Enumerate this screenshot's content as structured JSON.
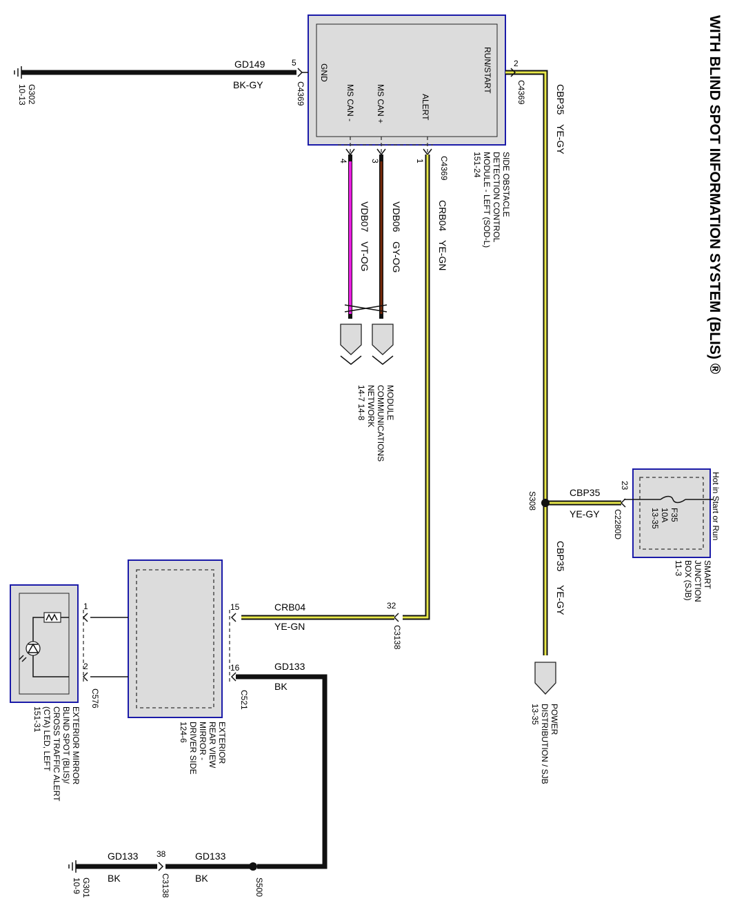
{
  "title": "WITH BLIND SPOT INFORMATION SYSTEM (BLIS) ®",
  "modules": {
    "sod": {
      "name": [
        "SIDE OBSTACLE",
        "DETECTION CONTROL",
        "MODULE - LEFT (SOD-L)",
        "151-24"
      ],
      "pins": {
        "run_start": "RUN/START",
        "gnd": "GND",
        "ms_can_minus": "MS CAN -",
        "ms_can_plus": "MS CAN +",
        "alert": "ALERT"
      }
    },
    "sjb": {
      "name": [
        "SMART",
        "JUNCTION",
        "BOX (SJB)",
        "11-3"
      ],
      "hot": "Hot in Start or Run",
      "fuse": [
        "F35",
        "10A",
        "13-35"
      ]
    },
    "mirror": {
      "name": [
        "EXTERIOR",
        "REAR VIEW",
        "MIRROR -",
        "DRIVER SIDE",
        "124-6"
      ]
    },
    "led": {
      "name": [
        "EXTERIOR MIRROR",
        "BLIND SPOT (BLIS)/",
        "CROSS TRAFFIC ALERT",
        "(CTA) LED, LEFT",
        "151-31"
      ]
    },
    "network": {
      "name": [
        "MODULE",
        "COMMUNICATIONS",
        "NETWORK",
        "14-7   14-8"
      ]
    },
    "power": {
      "name": [
        "POWER",
        "DISTRIBUTION / SJB",
        "13-35"
      ]
    }
  },
  "grounds": {
    "g302": {
      "id": "G302",
      "ref": "10-13"
    },
    "g301": {
      "id": "G301",
      "ref": "10-9"
    }
  },
  "splices": {
    "s308": "S308",
    "s500": "S500"
  },
  "connectors": {
    "c4369_gnd": "C4369",
    "c4369_run": "C4369",
    "c4369_bottom": "C4369",
    "c2280d": "C2280D",
    "c3138_a": "C3138",
    "c3138_b": "C3138",
    "c521": "C521",
    "c576": "C576"
  },
  "pins": {
    "p5": "5",
    "p2": "2",
    "p4": "4",
    "p3": "3",
    "p1": "1",
    "p23": "23",
    "p32": "32",
    "p15": "15",
    "p16": "16",
    "p38": "38",
    "led1": "1",
    "led2": "2"
  },
  "wires": {
    "gd149": {
      "circuit": "GD149",
      "color": "BK-GY"
    },
    "cbp35_top": {
      "circuit": "CBP35",
      "color": "YE-GY"
    },
    "cbp35_sjb": {
      "circuit": "CBP35",
      "color": "YE-GY"
    },
    "cbp35_low": {
      "circuit": "CBP35",
      "color": "YE-GY"
    },
    "vdb07": {
      "circuit": "VDB07",
      "color": "VT-OG"
    },
    "vdb06": {
      "circuit": "VDB06",
      "color": "GY-OG"
    },
    "crb04_v": {
      "circuit": "CRB04",
      "color": "YE-GN"
    },
    "crb04_h": {
      "circuit": "CRB04",
      "color": "YE-GN"
    },
    "gd133_a": {
      "circuit": "GD133",
      "color": "BK"
    },
    "gd133_b": {
      "circuit": "GD133",
      "color": "BK"
    },
    "gd133_c": {
      "circuit": "GD133",
      "color": "BK"
    }
  },
  "colors": {
    "module_border": "#1a1aa8",
    "module_fill": "#dcdcdc",
    "ye_gy_stripe": "#e8e84a",
    "ye_gn_stripe": "#e8e84a",
    "vt_og": "#e81ee0",
    "gy_og": "#7a2a0a",
    "black_wire": "#111111"
  }
}
